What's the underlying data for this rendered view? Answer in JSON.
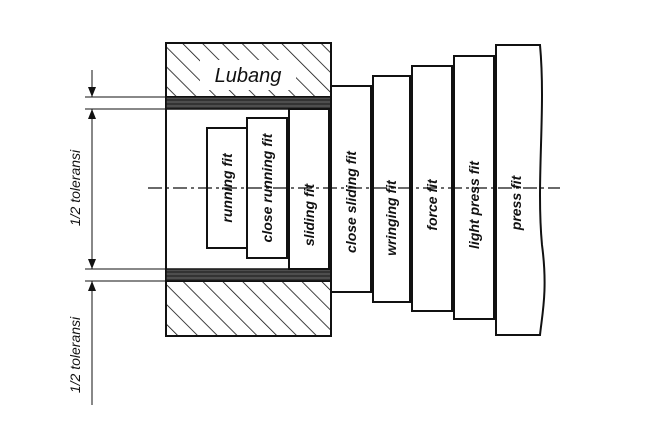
{
  "hole": {
    "label": "Lubang"
  },
  "tolerance": {
    "top_label": "1/2 toleransi",
    "bottom_label": "1/2 toleransi"
  },
  "fits": [
    {
      "label": "running fit"
    },
    {
      "label": "close running fit"
    },
    {
      "label": "sliding fit"
    },
    {
      "label": "close sliding fit"
    },
    {
      "label": "wringing fit"
    },
    {
      "label": "force fit"
    },
    {
      "label": "light press fit"
    },
    {
      "label": "press fit"
    }
  ],
  "colors": {
    "ink": "#111111",
    "paper": "#ffffff"
  }
}
